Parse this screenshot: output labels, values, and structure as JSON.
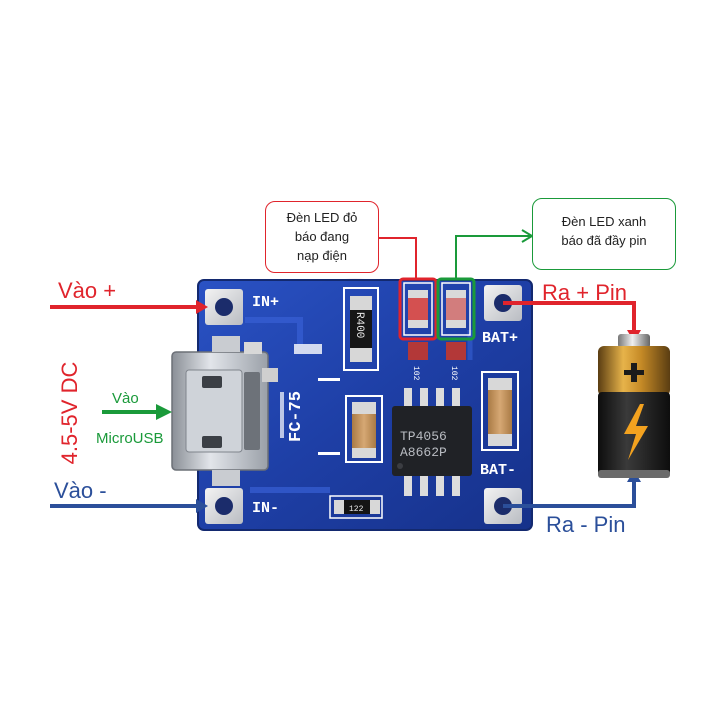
{
  "labels": {
    "in_plus": "Vào  +",
    "in_minus": "Vào  -",
    "voltage": "4.5-5V DC",
    "usb_line1": "Vào",
    "usb_line2": "MicroUSB",
    "out_plus": "Ra  + Pin",
    "out_minus": "Ra  - Pin"
  },
  "callouts": {
    "red_led": [
      "Đèn LED đỏ",
      "báo đang",
      "nạp điện"
    ],
    "green_led": [
      "Đèn LED xanh",
      "báo đã đầy pin"
    ]
  },
  "board": {
    "pad_in_plus": "IN+",
    "pad_in_minus": "IN-",
    "pad_bat_plus": "BAT+",
    "pad_bat_minus": "BAT-",
    "silk_fc": "FC-75",
    "chip_line1": "TP4056",
    "chip_line2": "A8662P",
    "resistor_top": "R400",
    "resistor_bottom": "122",
    "led1_marking": "102",
    "led2_marking": "102"
  },
  "colors": {
    "positive": "#e0242c",
    "negative": "#2b4f9a",
    "usb": "#1a9a3a",
    "pcb": "#1f3fa8"
  }
}
